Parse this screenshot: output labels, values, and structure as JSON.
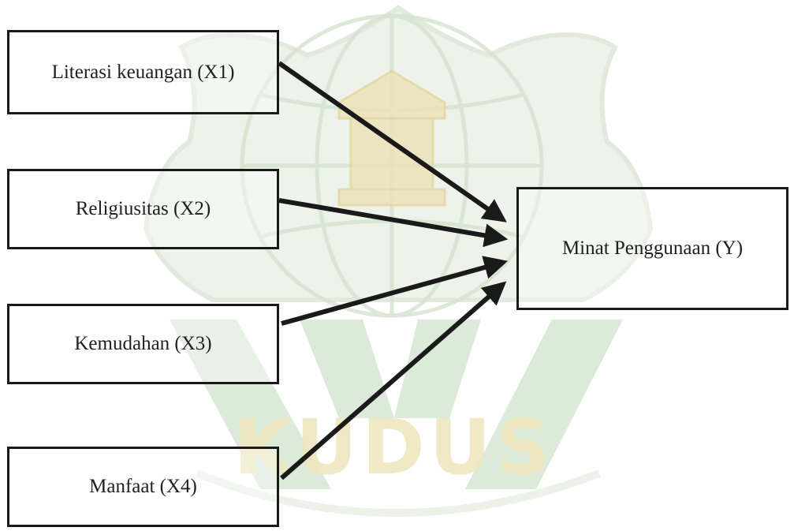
{
  "diagram": {
    "nodes": {
      "x1": "Literasi keuangan (X1)",
      "x2": "Religiusitas (X2)",
      "x3": "Kemudahan (X3)",
      "x4": "Manfaat (X4)",
      "y": "Minat Penggunaan (Y)"
    },
    "edges": [
      {
        "from": "x1",
        "to": "y"
      },
      {
        "from": "x2",
        "to": "y"
      },
      {
        "from": "x3",
        "to": "y"
      },
      {
        "from": "x4",
        "to": "y"
      }
    ]
  },
  "watermark": {
    "text": "KUDUS",
    "color": "#e3d9a3",
    "green": "#c6dcc4"
  },
  "colors": {
    "line": "#1a1a1a",
    "text": "#1f1f1f"
  }
}
